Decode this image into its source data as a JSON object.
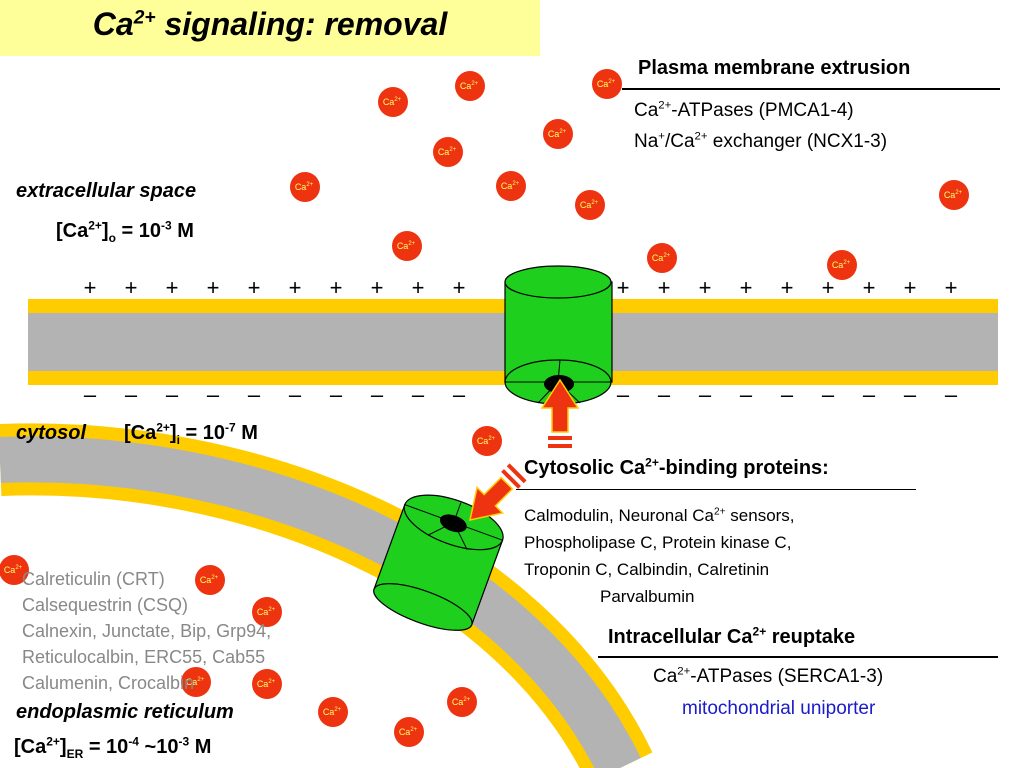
{
  "title": {
    "main": "Ca",
    "sup": "2+",
    "rest": " signaling: removal"
  },
  "ion": {
    "base": "Ca",
    "sup": "2+"
  },
  "membrane": {
    "plus_symbol": "+",
    "minus_symbol": "–"
  },
  "extracellular": {
    "label": "extracellular space",
    "conc": {
      "a": "[Ca",
      "sup": "2+",
      "b": "]",
      "sub": "o",
      "c": " = 10",
      "exp": "-3",
      "d": " M"
    }
  },
  "cytosol": {
    "label": "cytosol",
    "conc": {
      "a": "[Ca",
      "sup": "2+",
      "b": "]",
      "sub": "i",
      "c": " = 10",
      "exp": "-7",
      "d": " M"
    }
  },
  "er": {
    "label": "endoplasmic reticulum",
    "conc": {
      "a": "[Ca",
      "sup": "2+",
      "b": "]",
      "sub": "ER",
      "c": " = 10",
      "exp": "-4",
      "d": " ~10",
      "exp2": "-3",
      "e": " M"
    },
    "proteins": [
      "Calreticulin (CRT)",
      "Calsequestrin (CSQ)",
      "Calnexin, Junctate, Bip, Grp94,",
      "Reticulocalbin, ERC55, Cab55",
      "Calumenin, Crocalbin"
    ]
  },
  "pm_extrusion": {
    "heading": "Plasma membrane extrusion",
    "l1a": "Ca",
    "l1sup": "2+",
    "l1b": "-ATPases (PMCA1-4)",
    "l2a": "Na",
    "l2sup1": "+",
    "l2b": "/Ca",
    "l2sup2": "2+",
    "l2c": " exchanger (NCX1-3)"
  },
  "cyto_binding": {
    "heading_a": "Cytosolic Ca",
    "heading_sup": "2+",
    "heading_b": "-binding proteins:",
    "l1a": "Calmodulin, Neuronal Ca",
    "l1sup": "2+",
    "l1b": " sensors,",
    "l2": "Phospholipase C, Protein kinase C,",
    "l3": "Troponin C, Calbindin, Calretinin",
    "l4": "Parvalbumin"
  },
  "reuptake": {
    "heading_a": "Intracellular Ca",
    "heading_sup": "2+",
    "heading_b": " reuptake",
    "l1a": "Ca",
    "l1sup": "2+",
    "l1b": "-ATPases (SERCA1-3)",
    "l2": "mitochondrial uniporter"
  },
  "colors": {
    "title_bg": "#ffff99",
    "membrane_yellow": "#ffcc00",
    "membrane_core": "#b3b3b3",
    "channel_green": "#1ecf1e",
    "ion_red": "#ee3311",
    "arrow_red": "#ee3311",
    "uniporter_blue": "#1a1acc"
  },
  "icons": {
    "channel": "channel-cylinder-icon",
    "arrow": "transport-arrow-icon",
    "ion": "calcium-ion-icon"
  }
}
